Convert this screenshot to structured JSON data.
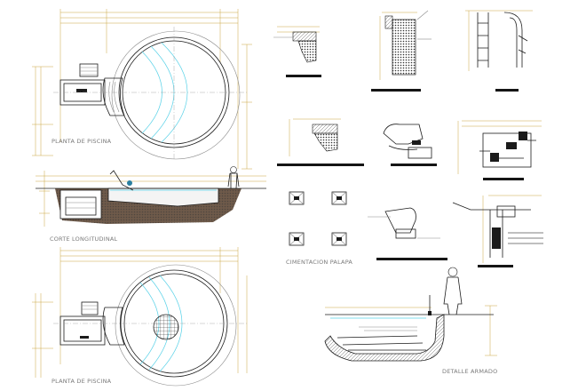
{
  "labels": {
    "plan_top": "PLANTA DE PISCINA",
    "section_long": "CORTE LONGITUDINAL",
    "plan_bottom": "PLANTA DE PISCINA",
    "cimentacion": "CIMENTACION PALAPA",
    "detalle": "DETALLE ARMADO"
  },
  "colors": {
    "dimension": "#c9a640",
    "water": "#59d2e8",
    "line": "#1b1b1b",
    "earth": "#6e5a4a"
  }
}
